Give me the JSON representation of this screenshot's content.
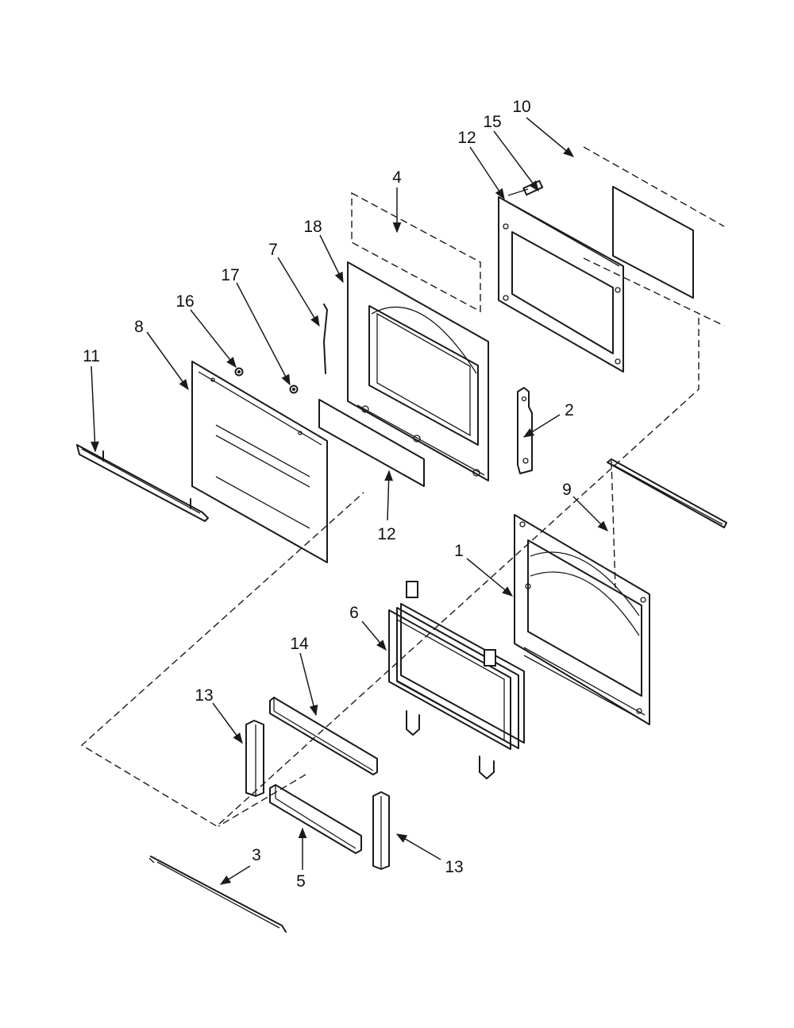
{
  "diagram": {
    "callouts": [
      {
        "id": "c10",
        "number": "10"
      },
      {
        "id": "c15",
        "number": "15"
      },
      {
        "id": "c12a",
        "number": "12"
      },
      {
        "id": "c4",
        "number": "4"
      },
      {
        "id": "c18",
        "number": "18"
      },
      {
        "id": "c7",
        "number": "7"
      },
      {
        "id": "c17",
        "number": "17"
      },
      {
        "id": "c16",
        "number": "16"
      },
      {
        "id": "c8",
        "number": "8"
      },
      {
        "id": "c11",
        "number": "11"
      },
      {
        "id": "c2",
        "number": "2"
      },
      {
        "id": "c12b",
        "number": "12"
      },
      {
        "id": "c9",
        "number": "9"
      },
      {
        "id": "c1",
        "number": "1"
      },
      {
        "id": "c6",
        "number": "6"
      },
      {
        "id": "c14",
        "number": "14"
      },
      {
        "id": "c13a",
        "number": "13"
      },
      {
        "id": "c13b",
        "number": "13"
      },
      {
        "id": "c3",
        "number": "3"
      },
      {
        "id": "c5",
        "number": "5"
      }
    ]
  }
}
